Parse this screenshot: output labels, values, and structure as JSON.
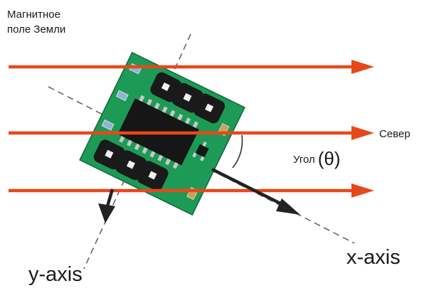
{
  "labels": {
    "field_line1": "Магнитное",
    "field_line2": "поле Земли",
    "north": "Север",
    "angle_word": "Угол",
    "angle_symbol": "(θ)",
    "x_axis": "x-axis",
    "y_axis": "y-axis"
  },
  "colors": {
    "field_arrow": "#e8471a",
    "board": "#1d9a56",
    "board_edge": "#0f6a38",
    "chip": "#161616",
    "sensor_axis": "#222222",
    "dashed_axis": "#666666"
  },
  "field_arrows": {
    "count": 3
  },
  "board": {
    "rotation_deg": 26
  }
}
